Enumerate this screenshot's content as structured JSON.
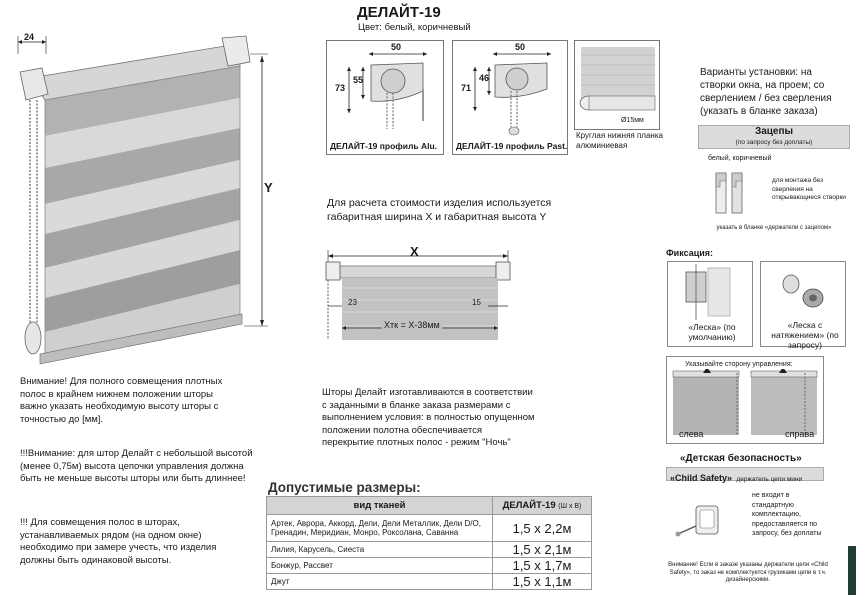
{
  "product": {
    "title": "ДЕЛАЙТ-19",
    "color_note": "Цвет: белый, коричневый"
  },
  "main_dims": {
    "top_width": "24",
    "height_label": "Y"
  },
  "profile_alu": {
    "width": "50",
    "h_outer": "73",
    "h_inner": "55",
    "caption": "ДЕЛАЙТ-19 профиль Alu."
  },
  "profile_past": {
    "width": "50",
    "h_outer": "71",
    "h_inner": "46",
    "caption": "ДЕЛАЙТ-19 профиль Past."
  },
  "bottom_bar": {
    "diameter": "Ø15мм",
    "caption": "Круглая нижняя планка алюминиевая"
  },
  "install": {
    "text": "Варианты установки: на створки окна, на проем; со сверлением / без сверления (указать в бланке заказа)"
  },
  "calc_note": "Для расчета стоимости изделия используется габаритная ширина X и габаритная высота Y",
  "width_diagram": {
    "x_label": "X",
    "left_offset": "23",
    "right_offset": "15",
    "fabric_width": "Хтк = Х-38мм"
  },
  "clips": {
    "title": "Зацепы",
    "subtitle": "(по запросу без доплаты)",
    "colors": "белый, коричневый",
    "usage": "для монтажа без сверления на открывающиеся створки",
    "order_note": "указать в бланке «держатели с зацепом»"
  },
  "fixation": {
    "title": "Фиксация:",
    "option1": "«Леска» (по умолчанию)",
    "option2": "«Леска с натяжением» (по запросу)"
  },
  "control_side": {
    "note": "Указывайте сторону управления:",
    "left": "слева",
    "right": "справа"
  },
  "child_safety": {
    "title": "«Детская безопасность»",
    "badge": "«Child Safety»",
    "badge_suffix": "держатель цепи мини",
    "desc": "не входит в стандартную комплектацию, предоставляется по запросу, без доплаты",
    "warning": "Внимание! Если в заказе указаны держатели цепи «Child Safety», то заказ не комплектуется грузиками цепи в т.ч. дизайнерскими."
  },
  "notes_left": {
    "note1": "Внимание! Для полного совмещения плотных полос в крайнем нижнем положении шторы важно указать необходимую высоту шторы с точностью до [мм].",
    "note2": "!!!Внимание: для штор Делайт с небольшой высотой (менее 0,75м) высота цепочки управления должна быть не меньше высоты шторы или быть длиннее!",
    "note3": "!!! Для совмещения полос в шторах, устанавливаемых рядом (на одном окне) необходимо при замере учесть, что изделия должны быть одинаковой высоты."
  },
  "manufacture_note": "Шторы Делайт изготавливаются в соответствии с заданными в бланке заказа размерами с выполнением условия: в полностью опущенном положении полотна обеспечивается перекрытие плотных полос - режим \"Ночь\"",
  "sizes": {
    "title": "Допустимые размеры:",
    "col_fabric": "вид тканей",
    "col_model": "ДЕЛАЙТ-19",
    "col_model_sub": "(Ш х В)",
    "rows": [
      {
        "fabrics": "Артек, Аврора, Аккорд, Дели, Дели Металлик, Дели D/O, Гренадин, Меридиан, Монро, Роксолана, Саванна",
        "size": "1,5 х 2,2м"
      },
      {
        "fabrics": "Лилия, Карусель, Сиеста",
        "size": "1,5 х 2,1м"
      },
      {
        "fabrics": "Бонжур, Рассвет",
        "size": "1,5 х 1,7м"
      },
      {
        "fabrics": "Джут",
        "size": "1,5 х 1,1м"
      }
    ]
  }
}
